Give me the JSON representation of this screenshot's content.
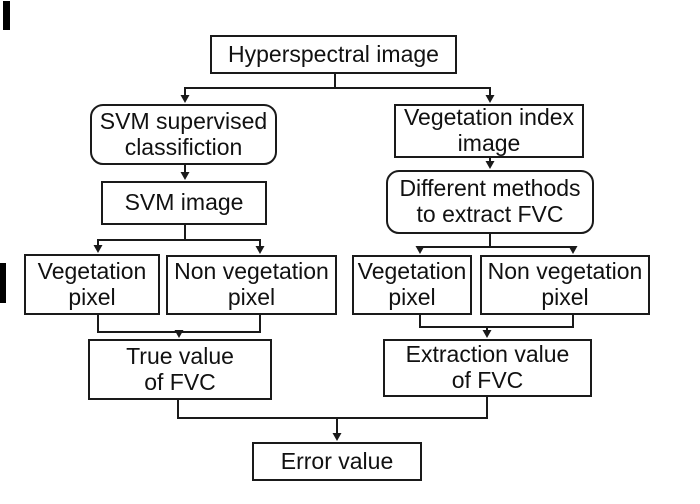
{
  "figure": {
    "type": "flowchart",
    "background_color": "#ffffff",
    "line_color": "#1a1a1a",
    "box_fill": "#ffffff",
    "text_color": "#111111"
  },
  "nodes": [
    {
      "id": "hyperspectral-image",
      "label": "Hyperspectral image"
    },
    {
      "id": "svm-supervised-classification",
      "label": "SVM supervised\nclassifiction"
    },
    {
      "id": "vegetation-index-image",
      "label": "Vegetation index\nimage"
    },
    {
      "id": "svm-image",
      "label": "SVM image"
    },
    {
      "id": "different-methods-extract-fvc",
      "label": "Different methods\nto extract FVC"
    },
    {
      "id": "vegetation-pixel-left",
      "label": "Vegetation\npixel"
    },
    {
      "id": "non-vegetation-pixel-left",
      "label": "Non vegetation\npixel"
    },
    {
      "id": "vegetation-pixel-right",
      "label": "Vegetation\npixel"
    },
    {
      "id": "non-vegetation-pixel-right",
      "label": "Non vegetation\npixel"
    },
    {
      "id": "true-value-of-fvc",
      "label": "True value\nof FVC"
    },
    {
      "id": "extraction-value-of-fvc",
      "label": "Extraction value\nof FVC"
    },
    {
      "id": "error-value",
      "label": "Error value"
    }
  ]
}
